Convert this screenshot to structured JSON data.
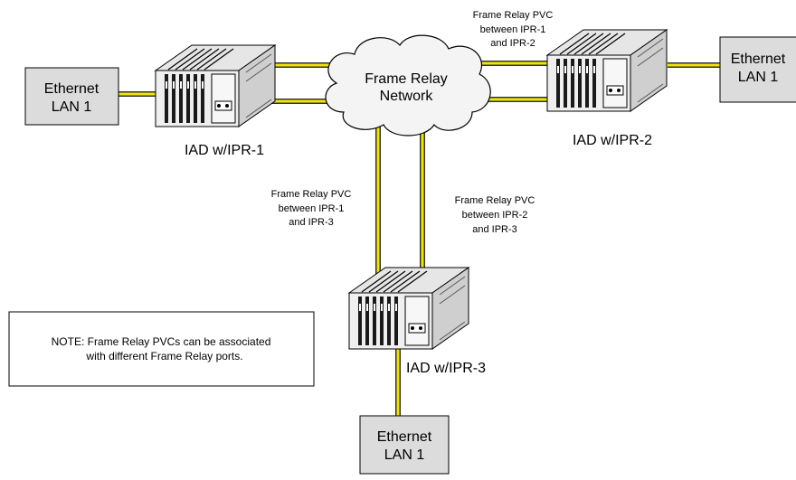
{
  "cloud": {
    "line1": "Frame Relay",
    "line2": "Network"
  },
  "lans": [
    {
      "line1": "Ethernet",
      "line2": "LAN 1"
    },
    {
      "line1": "Ethernet",
      "line2": "LAN 1"
    },
    {
      "line1": "Ethernet",
      "line2": "LAN 1"
    }
  ],
  "iads": [
    {
      "label": "IAD w/IPR-1"
    },
    {
      "label": "IAD w/IPR-2"
    },
    {
      "label": "IAD w/IPR-3"
    }
  ],
  "pvcs": [
    {
      "line1": "Frame Relay PVC",
      "line2": "between IPR-1",
      "line3": "and IPR-2"
    },
    {
      "line1": "Frame Relay PVC",
      "line2": "between IPR-1",
      "line3": "and IPR-3"
    },
    {
      "line1": "Frame Relay PVC",
      "line2": "between IPR-2",
      "line3": "and IPR-3"
    }
  ],
  "note": {
    "line1": "NOTE: Frame Relay PVCs can be associated",
    "line2": "with different Frame Relay ports."
  },
  "colors": {
    "cable": "#f2e600",
    "box_fill": "#dcdcdc",
    "cloud_fill": "#f4f4f4"
  }
}
